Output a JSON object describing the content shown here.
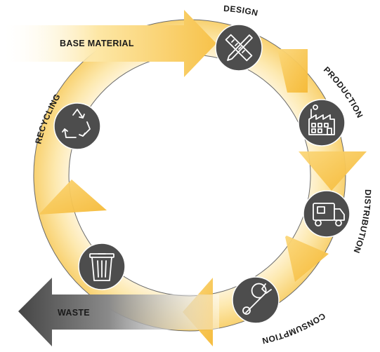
{
  "diagram": {
    "inflow_label": "BASE MATERIAL",
    "outflow_label": "WASTE",
    "stages": [
      {
        "id": "design",
        "label": "DESIGN",
        "icon": "ruler-pencil-icon"
      },
      {
        "id": "production",
        "label": "PRODUCTION",
        "icon": "factory-icon"
      },
      {
        "id": "distribution",
        "label": "DISTRIBUTION",
        "icon": "delivery-truck-icon"
      },
      {
        "id": "consumption",
        "label": "CONSUMPTION",
        "icon": "wrench-icon"
      },
      {
        "id": "disposal",
        "label": "",
        "icon": "trash-bin-icon"
      },
      {
        "id": "recycling",
        "label": "RECYCLING",
        "icon": "recycle-icon"
      }
    ]
  },
  "colors": {
    "ring_light": "#fff3cf",
    "ring_mid": "#fbd77a",
    "arrow_yellow": "#f7c24a",
    "icon_circle": "#4d4d4d",
    "ring_outline": "#6a6a6a"
  }
}
